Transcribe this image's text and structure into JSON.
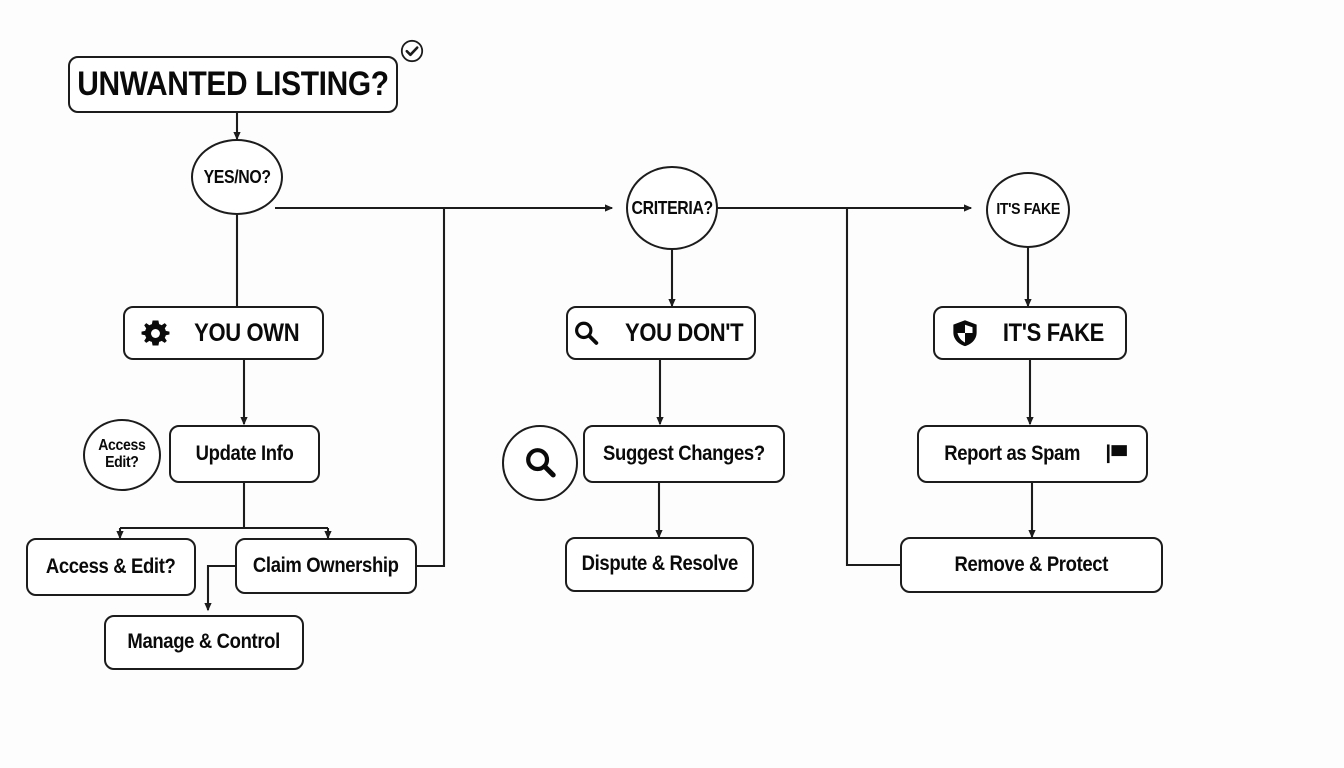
{
  "diagram": {
    "title": "UNWANTED LISTING?",
    "background_color": "#fdfdfd",
    "stroke_color": "#1c1c1c",
    "fill_color": "#ffffff"
  },
  "nodes": {
    "title_box": {
      "label": "UNWANTED LISTING?",
      "shape": "rounded-rect"
    },
    "yes_no": {
      "label": "YES/NO?",
      "shape": "circle"
    },
    "criteria": {
      "label": "CRITERIA?",
      "shape": "circle"
    },
    "its_fake_circle": {
      "label": "IT'S FAKE",
      "shape": "circle"
    },
    "you_own": {
      "label": "YOU OWN",
      "shape": "rounded-rect",
      "icon": "gear-icon"
    },
    "you_dont": {
      "label": "YOU DON'T",
      "shape": "rounded-rect",
      "icon": "search-icon"
    },
    "its_fake_box": {
      "label": "IT'S FAKE",
      "shape": "rounded-rect",
      "icon": "shield-icon"
    },
    "access_edit_circle": {
      "line1": "Access",
      "line2": "Edit?",
      "shape": "circle"
    },
    "update_info": {
      "label": "Update Info",
      "shape": "rounded-rect"
    },
    "suggest_changes": {
      "label": "Suggest Changes?",
      "shape": "rounded-rect"
    },
    "report_as_spam": {
      "label": "Report as Spam",
      "shape": "rounded-rect",
      "icon": "flag-icon"
    },
    "access_edit_box": {
      "label": "Access & Edit?",
      "shape": "rounded-rect"
    },
    "claim_ownership": {
      "label": "Claim Ownership",
      "shape": "rounded-rect"
    },
    "dispute_resolve": {
      "label": "Dispute & Resolve",
      "shape": "rounded-rect"
    },
    "remove_protect": {
      "label": "Remove & Protect",
      "shape": "rounded-rect"
    },
    "manage_control": {
      "label": "Manage & Control",
      "shape": "rounded-rect"
    }
  },
  "standalone_icons": {
    "verified_badge": "check-circle-icon",
    "search_circle": "search-circle-icon"
  }
}
